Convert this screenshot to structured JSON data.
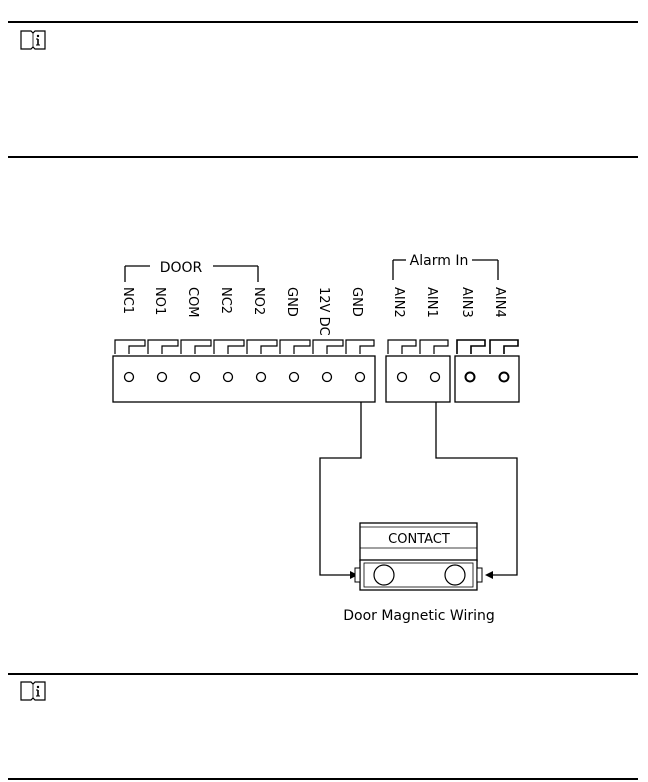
{
  "notes": [
    {
      "icon": "info-book-icon"
    },
    {
      "icon": "info-book-icon"
    }
  ],
  "diagram": {
    "door_group_label": "DOOR",
    "alarm_group_label": "Alarm In",
    "door_terminals": [
      "NC1",
      "NO1",
      "COM",
      "NC2",
      "NO2",
      "GND",
      "12V DC",
      "GND"
    ],
    "alarm_terminals_a": [
      "AIN2",
      "AIN1"
    ],
    "alarm_terminals_b": [
      "AIN3",
      "AIN4"
    ],
    "contact_label": "CONTACT",
    "caption": "Door Magnetic Wiring"
  }
}
